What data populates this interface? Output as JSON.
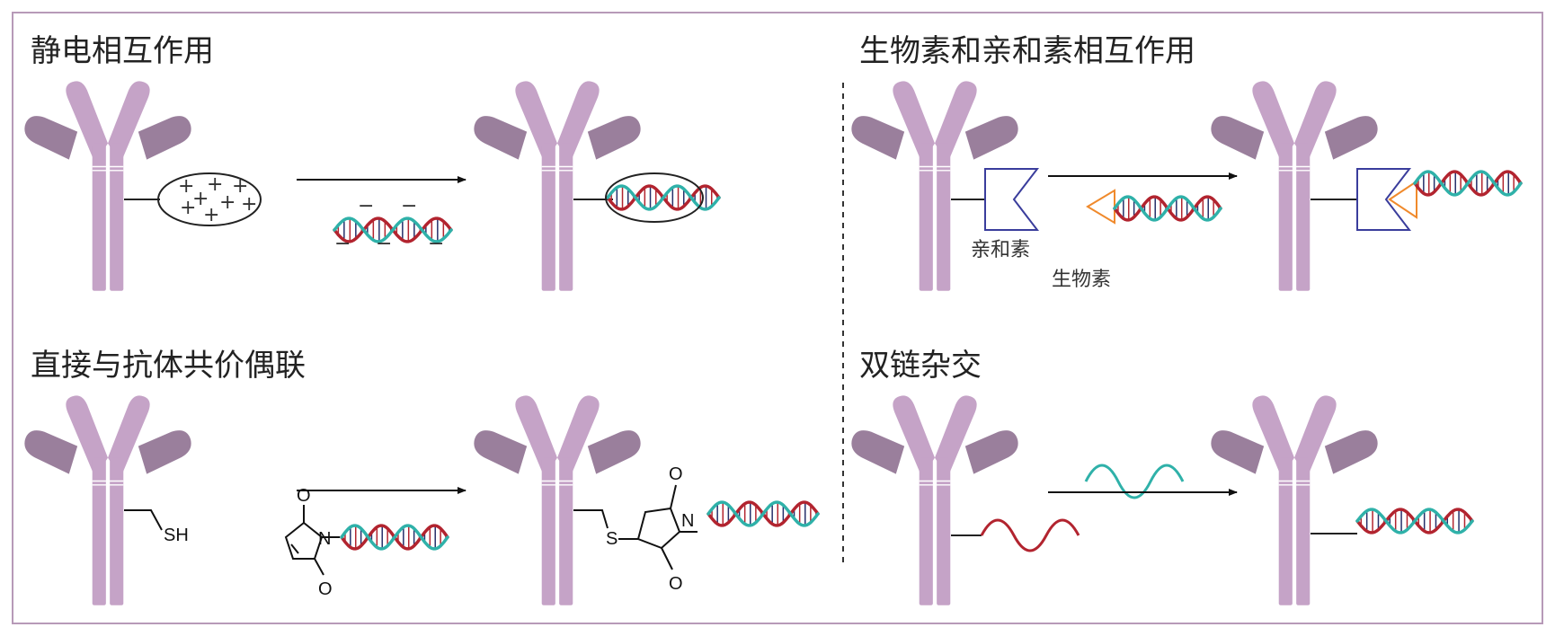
{
  "panels": {
    "electrostatic": {
      "title": "静电相互作用",
      "charge_plus": "+",
      "charge_minus": "−"
    },
    "biotin_avidin": {
      "title": "生物素和亲和素相互作用",
      "avidin_label": "亲和素",
      "biotin_label": "生物素"
    },
    "covalent": {
      "title": "直接与抗体共价偶联",
      "sh_label": "SH",
      "s_label": "S",
      "n_label": "N",
      "o_label": "O"
    },
    "hybridization": {
      "title": "双链杂交"
    }
  },
  "colors": {
    "border": "#b79ab8",
    "antibody_body": "#c5a3c7",
    "antibody_fab": "#9a7f9c",
    "dna_red": "#b2242f",
    "dna_teal": "#2fb1a9",
    "dna_navy": "#26306b",
    "plus_red": "#e0383f",
    "minus_blue": "#4b3fa8",
    "avidin_blue": "#3a3d9c",
    "biotin_orange": "#f08a2c"
  },
  "icons": {
    "antibody": "y-shaped-antibody-icon",
    "dna": "double-helix-icon",
    "arrow": "reaction-arrow-icon"
  }
}
